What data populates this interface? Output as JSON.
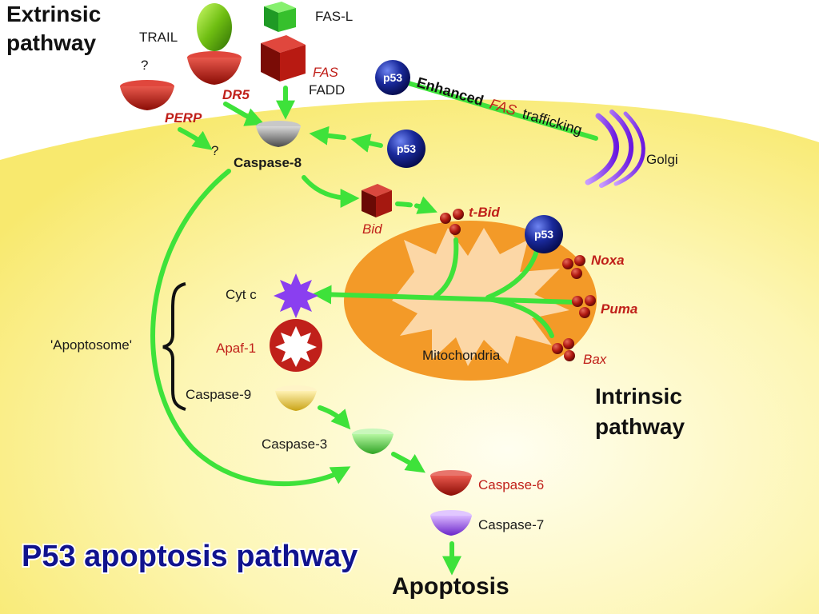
{
  "headings": {
    "extrinsic_line1": "Extrinsic",
    "extrinsic_line2": "pathway",
    "intrinsic_line1": "Intrinsic",
    "intrinsic_line2": "pathway"
  },
  "labels": {
    "trail": "TRAIL",
    "fas_l": "FAS-L",
    "question_top": "?",
    "question_mid": "?",
    "dr5": "DR5",
    "perp": "PERP",
    "fas": "FAS",
    "fadd": "FADD",
    "caspase8": "Caspase-8",
    "golgi": "Golgi",
    "bid": "Bid",
    "tbid": "t-Bid",
    "noxa": "Noxa",
    "puma": "Puma",
    "bax": "Bax",
    "mitochondria": "Mitochondria",
    "cytc": "Cyt c",
    "apaf1": "Apaf-1",
    "apoptosome": "'Apoptosome'",
    "caspase9": "Caspase-9",
    "caspase3": "Caspase-3",
    "caspase6": "Caspase-6",
    "caspase7": "Caspase-7",
    "apoptosis": "Apoptosis"
  },
  "fas_trafficking": {
    "word1": "Enhanced",
    "word2": "FAS",
    "word3": "trafficking"
  },
  "p53_badges": [
    "p53",
    "p53",
    "p53"
  ],
  "caption": "P53 apoptosis pathway",
  "colors": {
    "cell": "#fbf08a",
    "cell_center": "#fffde6",
    "arrow": "#3ee23a",
    "mito_outer": "#f39a28",
    "mito_inner": "#fcd7a6",
    "red_protein": "#c0201a",
    "p53_blue": "#1a2a9c",
    "golgi": "#8a3ff0",
    "caption": "#10138e"
  },
  "icons": {
    "trail": "green-oval-ligand-icon",
    "fas_l": "green-cube-icon",
    "fas": "red-cube-icon",
    "bid": "red-cube-icon",
    "cytc": "purple-starburst-icon",
    "apaf1": "red-starburst-icon",
    "golgi": "golgi-arcs-icon"
  }
}
